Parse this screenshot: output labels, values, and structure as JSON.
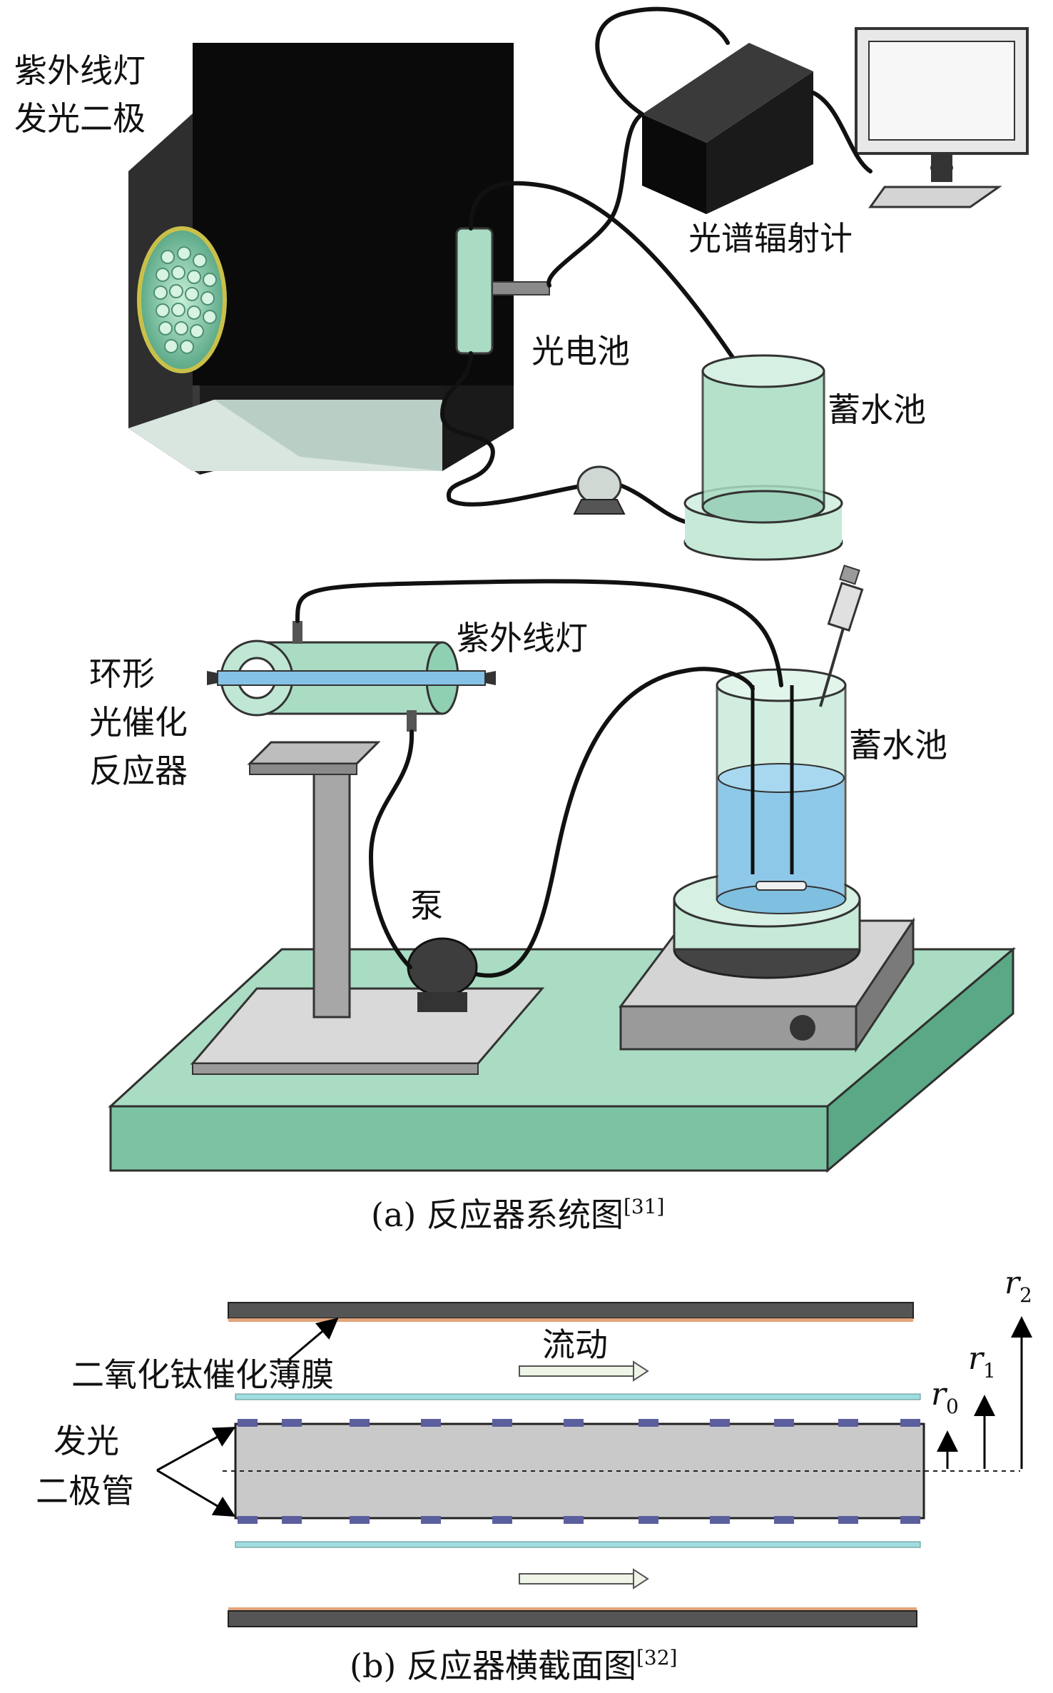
{
  "panel_a": {
    "labels": {
      "uv_lamp_box_l1": "紫外线灯",
      "uv_lamp_box_l2": "发光二极",
      "spectroradiometer": "光谱辐射计",
      "photocell": "光电池",
      "reservoir_top": "蓄水池",
      "uv_lamp_tube": "紫外线灯",
      "annular_reactor_l1": "环形",
      "annular_reactor_l2": "光催化",
      "annular_reactor_l3": "反应器",
      "reservoir_bottom": "蓄水池",
      "pump": "泵"
    },
    "caption": {
      "text": "(a) 反应器系统图",
      "ref": "[31]"
    }
  },
  "panel_b": {
    "labels": {
      "film": "二氧化钛催化薄膜",
      "flow": "流动",
      "led_l1": "发光",
      "led_l2": "二极管",
      "r0_base": "r",
      "r0_sub": "0",
      "r1_base": "r",
      "r1_sub": "1",
      "r2_base": "r",
      "r2_sub": "2"
    },
    "caption": {
      "text": "(b) 反应器横截面图",
      "ref": "[32]"
    }
  },
  "colors": {
    "green": "#a9dcc3",
    "green_dark": "#5aa886",
    "water": "#8ec8e8",
    "black_box": "#0a0a0a",
    "tube_gray": "#c9c9c9",
    "wall_dark": "#555555",
    "wall_orange": "#e3a47a",
    "film_blue": "#9fdde0",
    "led_dot": "#5b5f9e"
  }
}
